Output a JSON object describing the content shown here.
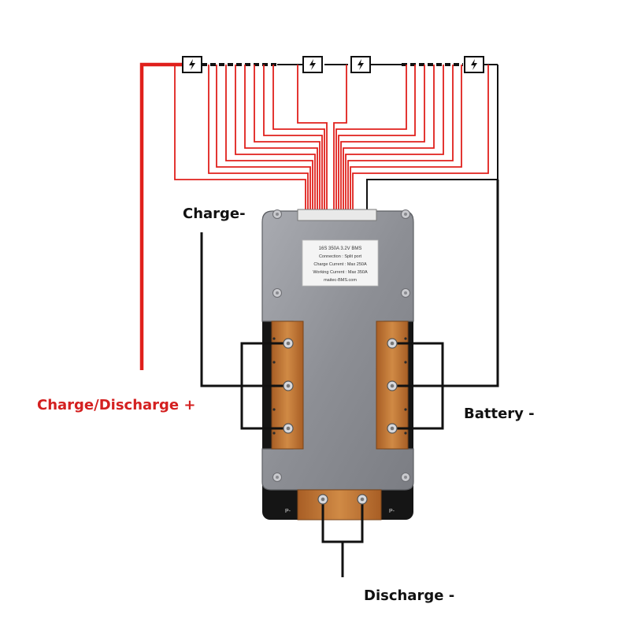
{
  "labels": {
    "charge_minus": "Charge-",
    "charge_discharge_plus": "Charge/Discharge +",
    "battery_minus": "Battery -",
    "discharge_minus": "Discharge -"
  },
  "board_label": {
    "line1": "16S 350A 3.2V BMS",
    "line2": "Connection : Split port",
    "line3": "Charge Current : Max 250A",
    "line4": "Working Current : Max 350A",
    "line5": "maitec-BMS.com"
  },
  "pad_marks": {
    "left": "P-",
    "right": "P-"
  },
  "colors": {
    "red_wire": "#e0201c",
    "black_wire": "#111111",
    "label_red": "#d42020",
    "board_metal": "#8e9096",
    "copper": "#c47a35",
    "pcb_black": "#151515"
  },
  "icons": [
    "battery-cell-icon",
    "battery-cell-icon",
    "battery-cell-icon",
    "battery-cell-icon"
  ]
}
